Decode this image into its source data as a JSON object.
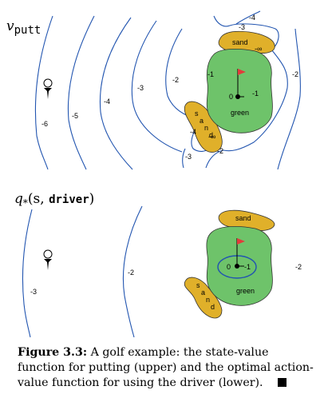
{
  "upper_panel": {
    "title_symbol": "v",
    "title_subscript": "putt",
    "contour_labels": [
      "-6",
      "-5",
      "-4",
      "-3",
      "-2",
      "-1",
      "-1",
      "-2",
      "0",
      "-3",
      "-4",
      "-4",
      "-∞",
      "-2",
      "-3",
      "-∞"
    ],
    "sand_label": "sand",
    "sand_letters": [
      "s",
      "a",
      "n",
      "d"
    ],
    "green_label": "green"
  },
  "lower_panel": {
    "title_symbol": "q",
    "title_subscript": "*",
    "title_args_open": "(s, ",
    "title_action": "driver",
    "title_args_close": ")",
    "contour_labels": [
      "-3",
      "-2",
      "-1",
      "0",
      "-2"
    ],
    "sand_label": "sand",
    "sand_letters": [
      "s",
      "a",
      "n",
      "d"
    ],
    "green_label": "green"
  },
  "caption": {
    "figure_label": "Figure 3.3:",
    "text": "A golf example: the state-value function for putting (upper) and the optimal action-value function for using the driver (lower)."
  },
  "colors": {
    "green": "#6ec36a",
    "sand": "#e0b02a",
    "contour": "#2255b0",
    "flag": "#e23b3b",
    "hole_ring": "#2255b0"
  },
  "icons": [
    "golf-tee-icon",
    "flag-icon",
    "hole-icon"
  ]
}
